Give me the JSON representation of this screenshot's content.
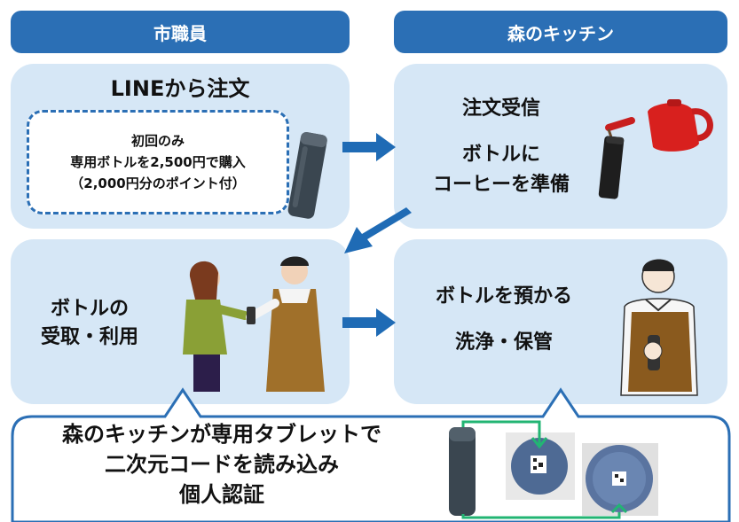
{
  "headers": {
    "left": "市職員",
    "right": "森のキッチン"
  },
  "panels": {
    "order": {
      "title": "LINEから注文",
      "note_line1": "初回のみ",
      "note_line2": "専用ボトルを2,500円で購入",
      "note_line3": "（2,000円分のポイント付）"
    },
    "receive": {
      "line1": "注文受信",
      "line2": "ボトルに",
      "line3": "コーヒーを準備"
    },
    "pickup": {
      "line1": "ボトルの",
      "line2": "受取・利用"
    },
    "keep": {
      "line1": "ボトルを預かる",
      "line2": "洗浄・保管"
    }
  },
  "bubble": {
    "line1": "森のキッチンが専用タブレットで",
    "line2": "二次元コードを読み込み",
    "line3": "個人認証"
  },
  "colors": {
    "header": "#2B6FB5",
    "panel": "#D6E7F6",
    "arrow": "#1F6BB5",
    "bubble_border": "#2B6FB5",
    "connector": "#22B573"
  }
}
